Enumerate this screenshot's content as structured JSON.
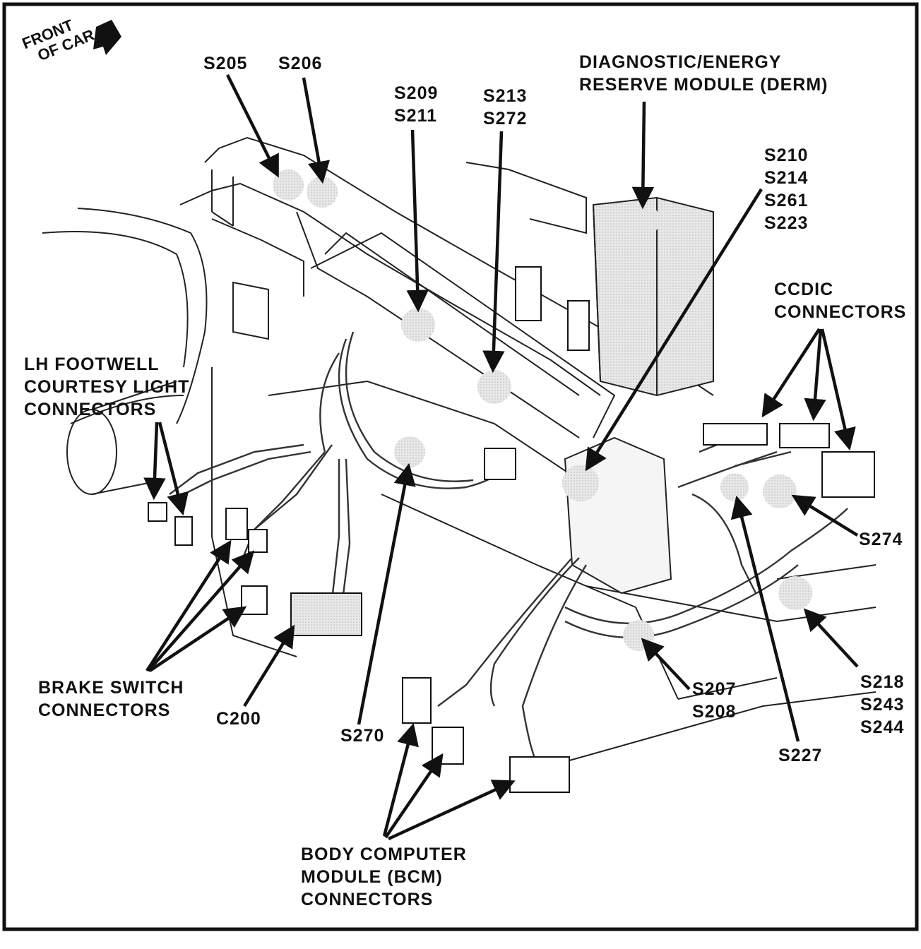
{
  "front_of_car": [
    "FRONT",
    "OF CAR"
  ],
  "labels": {
    "s205": "S205",
    "s206": "S206",
    "s209_s211": [
      "S209",
      "S211"
    ],
    "s213_s272": [
      "S213",
      "S272"
    ],
    "derm": [
      "DIAGNOSTIC/ENERGY",
      "RESERVE MODULE (DERM)"
    ],
    "s210_group": [
      "S210",
      "S214",
      "S261",
      "S223"
    ],
    "ccdic": [
      "CCDIC",
      "CONNECTORS"
    ],
    "lh_footwell": [
      "LH FOOTWELL",
      "COURTESY LIGHT",
      "CONNECTORS"
    ],
    "s274": "S274",
    "brake_switch": [
      "BRAKE SWITCH",
      "CONNECTORS"
    ],
    "c200": "C200",
    "s270": "S270",
    "s207_s208": [
      "S207",
      "S208"
    ],
    "s227": "S227",
    "s218_group": [
      "S218",
      "S243",
      "S244"
    ],
    "bcm": [
      "BODY COMPUTER",
      "MODULE (BCM)",
      "CONNECTORS"
    ]
  }
}
